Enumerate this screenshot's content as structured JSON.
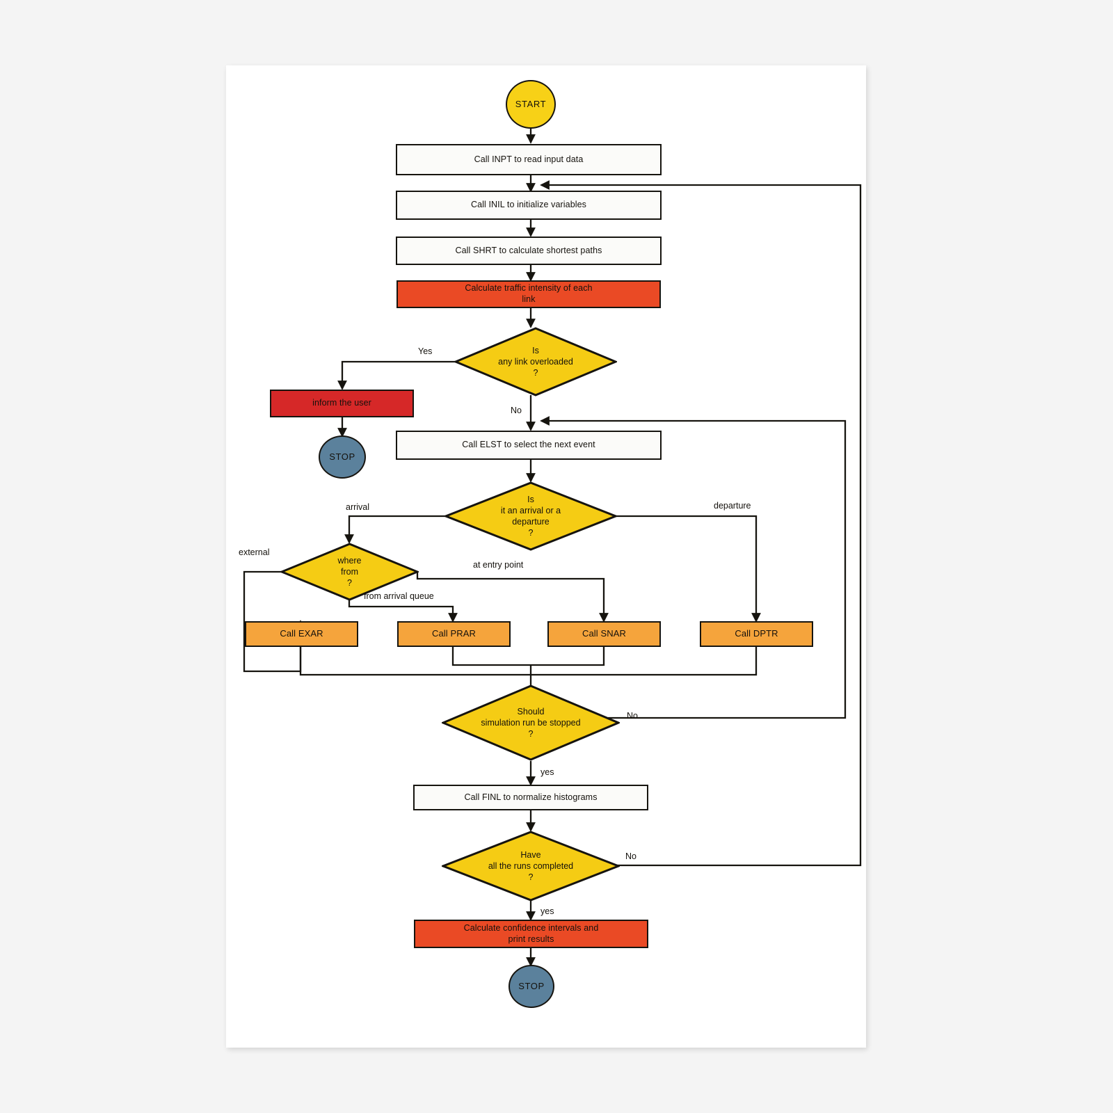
{
  "page": {
    "background_color": "#f4f4f4",
    "paper_color": "#ffffff",
    "title": "Simulation program flowchart"
  },
  "palette": {
    "yellow": "#f5cc14",
    "start_yellow": "#f7d117",
    "red_orange": "#ea4a25",
    "red": "#d62828",
    "orange": "#f5a43c",
    "steel_blue": "#5b819c",
    "white_box": "#fbfbf9",
    "line": "#16140f"
  },
  "nodes": {
    "start": {
      "label": "START",
      "shape": "circle",
      "color": "#f7d117"
    },
    "inpt": {
      "label": "Call INPT to read input data",
      "shape": "process",
      "color": "#fbfbf9"
    },
    "inil": {
      "label": "Call INIL to initialize variables",
      "shape": "process",
      "color": "#fbfbf9"
    },
    "shrt": {
      "label": "Call SHRT to calculate shortest paths",
      "shape": "process",
      "color": "#fbfbf9"
    },
    "traffic": {
      "label": "Calculate traffic intensity of each\nlink",
      "shape": "process",
      "color": "#ea4a25"
    },
    "overload": {
      "label": "Is\nany link overloaded\n?",
      "shape": "decision",
      "color": "#f5cc14"
    },
    "inform": {
      "label": "inform the user",
      "shape": "process",
      "color": "#d62828"
    },
    "stop_inform": {
      "label": "STOP",
      "shape": "circle",
      "color": "#5b819c"
    },
    "elst": {
      "label": "Call ELST to select the next event",
      "shape": "process",
      "color": "#fbfbf9"
    },
    "arrdep": {
      "label": "Is\nit an arrival or a\ndeparture\n?",
      "shape": "decision",
      "color": "#f5cc14"
    },
    "wherefrom": {
      "label": "where\nfrom\n?",
      "shape": "decision",
      "color": "#f5cc14"
    },
    "exar": {
      "label": "Call EXAR",
      "shape": "process",
      "color": "#f5a43c"
    },
    "prar": {
      "label": "Call PRAR",
      "shape": "process",
      "color": "#f5a43c"
    },
    "snar": {
      "label": "Call SNAR",
      "shape": "process",
      "color": "#f5a43c"
    },
    "dptr": {
      "label": "Call DPTR",
      "shape": "process",
      "color": "#f5a43c"
    },
    "should_stop": {
      "label": "Should\nsimulation run be stopped\n?",
      "shape": "decision",
      "color": "#f5cc14"
    },
    "finl": {
      "label": "Call FINL to normalize histograms",
      "shape": "process",
      "color": "#fbfbf9"
    },
    "runs_done": {
      "label": "Have\nall the runs completed\n?",
      "shape": "decision",
      "color": "#f5cc14"
    },
    "confidence": {
      "label": "Calculate confidence intervals and\nprint results",
      "shape": "process",
      "color": "#ea4a25"
    },
    "stop_final": {
      "label": "STOP",
      "shape": "circle",
      "color": "#5b819c"
    }
  },
  "edge_labels": {
    "overload_yes": "Yes",
    "overload_no": "No",
    "arrival": "arrival",
    "departure": "departure",
    "external": "external",
    "at_entry_point": "at entry point",
    "from_arrival_queue": "from arrival queue",
    "should_stop_no": "No",
    "should_stop_yes": "yes",
    "runs_done_no": "No",
    "runs_done_yes": "yes"
  }
}
